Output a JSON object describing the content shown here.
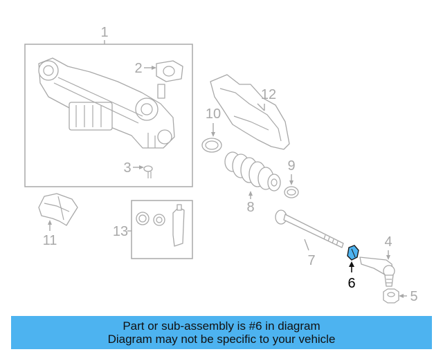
{
  "callouts": {
    "c1": "1",
    "c2": "2",
    "c3": "3",
    "c4": "4",
    "c5": "5",
    "c6": "6",
    "c7": "7",
    "c8": "8",
    "c9": "9",
    "c10": "10",
    "c11": "11",
    "c12": "12",
    "c13": "13"
  },
  "highlight": {
    "callout": "6",
    "color": "#4db3f0"
  },
  "banner": {
    "line1": "Part or sub-assembly is #6 in diagram",
    "line2": "Diagram may not be specific to your vehicle",
    "color": "#4db3f0"
  },
  "colors": {
    "line": "#a8a8a8",
    "highlight_text": "#000000",
    "background": "#ffffff"
  }
}
